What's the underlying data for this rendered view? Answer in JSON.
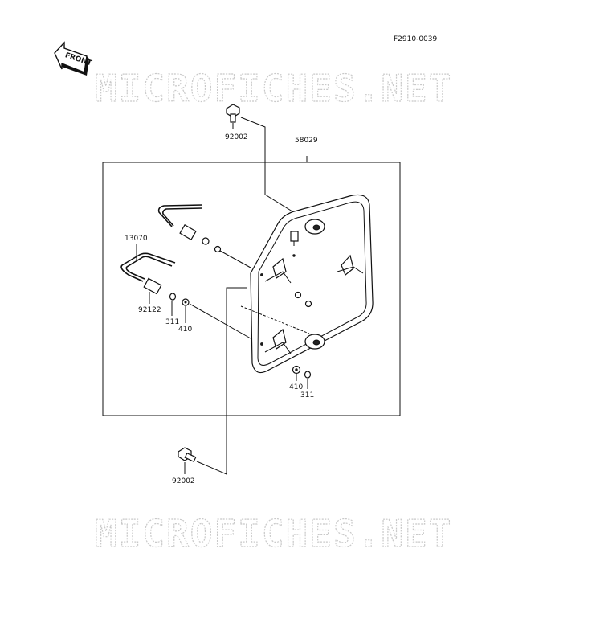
{
  "diagram_code": "F2910-0039",
  "front_label": "FRONT",
  "watermark": "MICROFICHES.NET",
  "parts": {
    "bolt_top": "92002",
    "plate": "58029",
    "wire_bracket": "13070",
    "collar": "92122",
    "washer_left": "311",
    "nut_left": "410",
    "nut_right": "410",
    "washer_right": "311",
    "bolt_bottom": "92002"
  },
  "colors": {
    "ink": "#111111",
    "watermark": "#c9c9c9",
    "background": "#ffffff"
  }
}
